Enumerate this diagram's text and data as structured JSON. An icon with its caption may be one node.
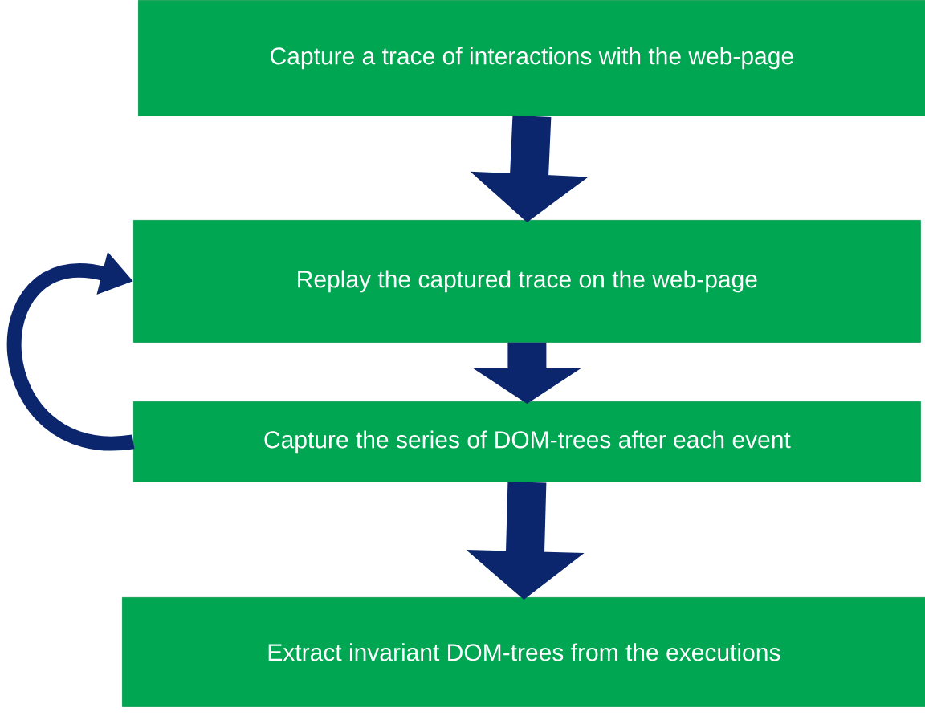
{
  "diagram": {
    "nodes": [
      {
        "text": [
          "Capture a trace of interactions with the web-page"
        ]
      },
      {
        "text": [
          "Replay the captured trace on the web-page"
        ]
      },
      {
        "text": [
          "Capture the series of DOM-trees after each event"
        ]
      },
      {
        "text": [
          "Extract invariant DOM-trees from the executions"
        ]
      }
    ],
    "edges": [
      {
        "from": 0,
        "to": 1,
        "arrow": "to"
      },
      {
        "from": 1,
        "to": 2,
        "arrow": "to"
      },
      {
        "from": 2,
        "to": 3,
        "arrow": "to"
      },
      {
        "from": 2,
        "to": 1,
        "arrow": "to"
      }
    ]
  }
}
